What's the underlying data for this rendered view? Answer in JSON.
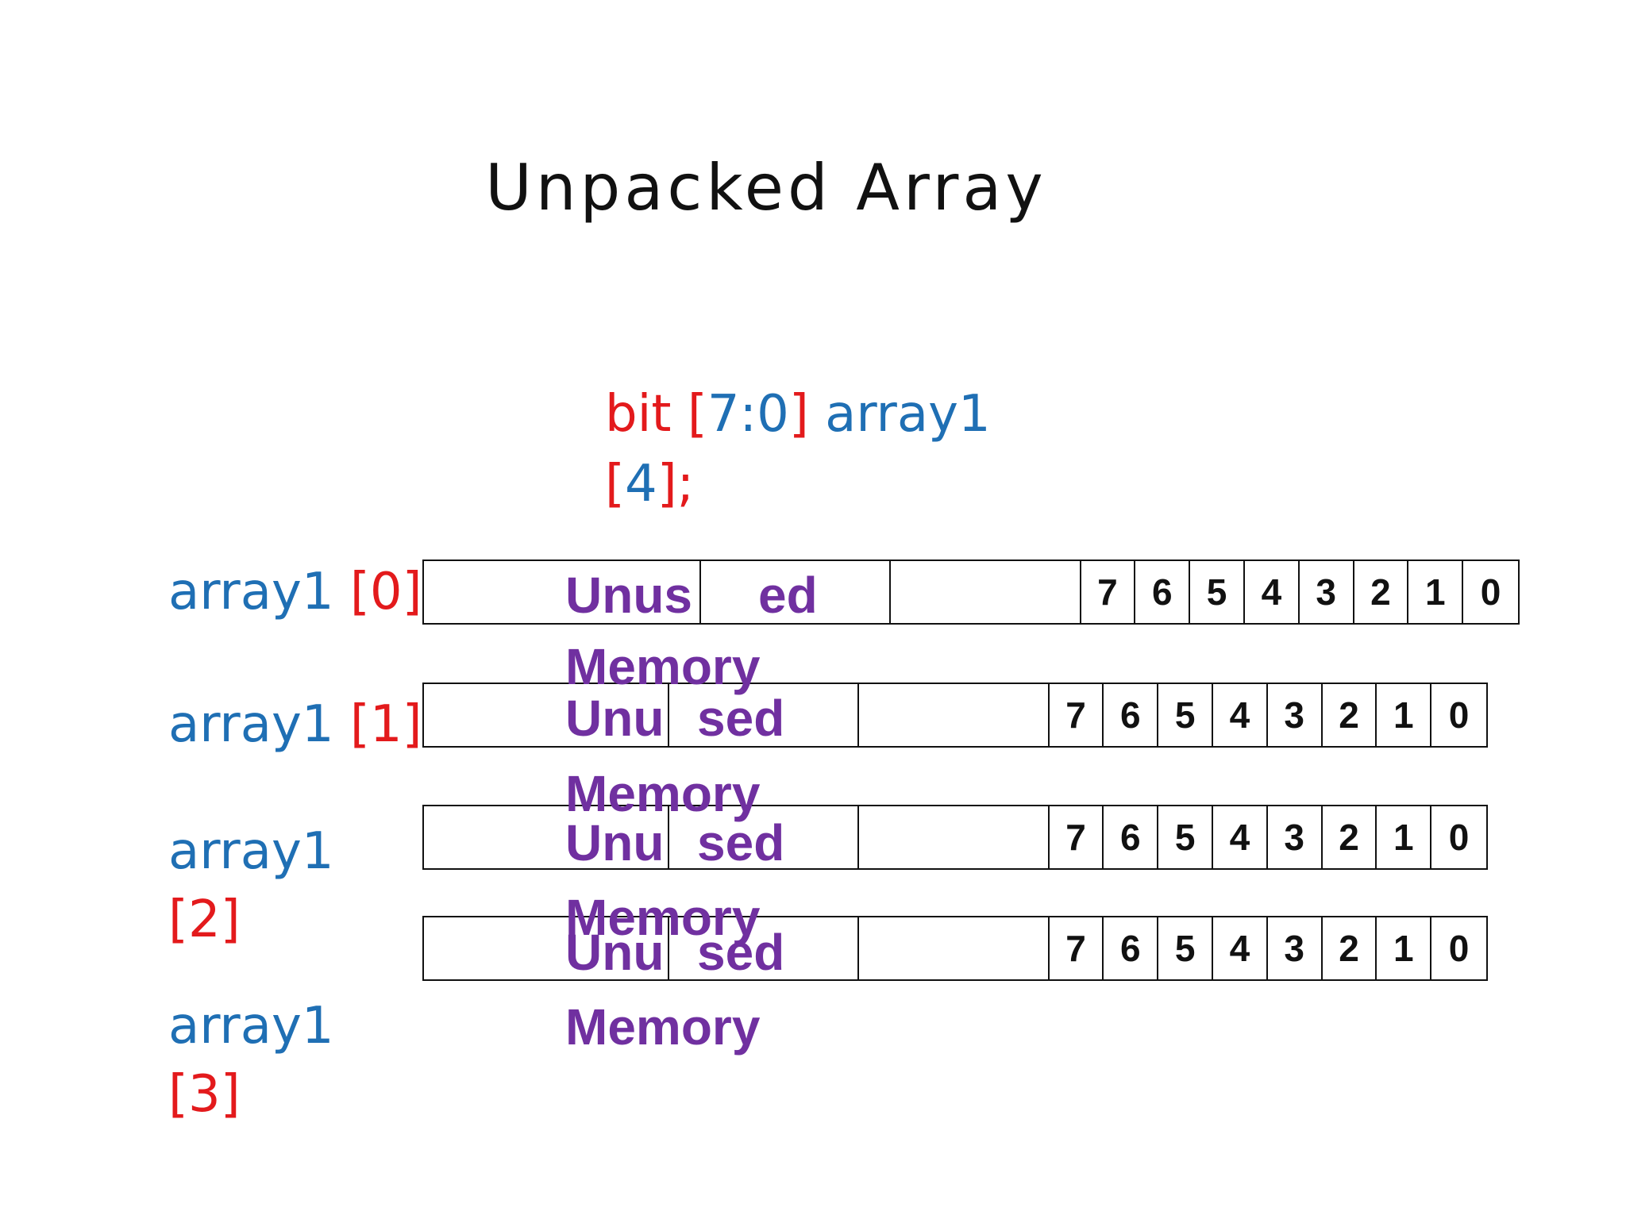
{
  "title": "Unpacked Array",
  "declaration": {
    "kw": "bit ",
    "ob1": "[",
    "msb": "7:0",
    "cb1": "]",
    "name": " array1",
    "ob2": "[",
    "size": "4",
    "cb2": "];"
  },
  "labels": [
    {
      "name": "array1 ",
      "index": "[0]"
    },
    {
      "name": "array1 ",
      "index": "[1]"
    },
    {
      "name": "array1",
      "index": "[2]"
    },
    {
      "name": "array1",
      "index": "[3]"
    }
  ],
  "bits": [
    "7",
    "6",
    "5",
    "4",
    "3",
    "2",
    "1",
    "0"
  ],
  "unused": [
    {
      "a": "Unus",
      "b": "ed",
      "c": "Memory"
    },
    {
      "a": "Unu",
      "b": "sed",
      "c": "Memory"
    },
    {
      "a": "Unu",
      "b": "sed",
      "c": "Memory"
    },
    {
      "a": "Unu",
      "b": "sed",
      "c": "Memory"
    }
  ],
  "colors": {
    "keyword": "#e31a1c",
    "identifier": "#1f6fb4",
    "unused": "#7030a0"
  }
}
